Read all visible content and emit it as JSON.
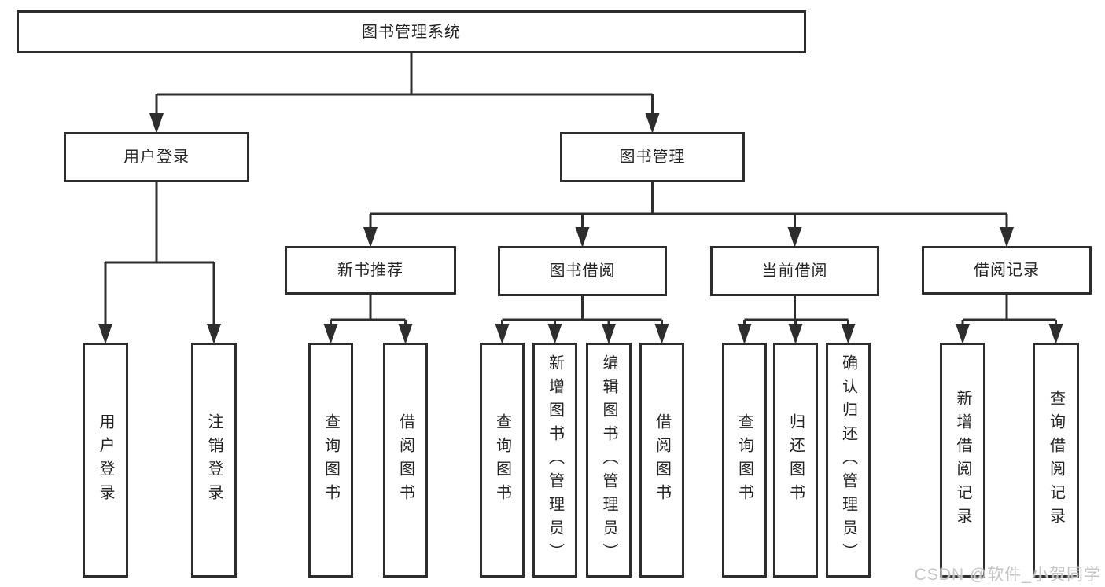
{
  "diagram": {
    "title": "图书管理系统",
    "nodes": [
      {
        "id": "root",
        "label": "图书管理系统",
        "children": [
          "user-login",
          "book-mgmt"
        ]
      },
      {
        "id": "user-login",
        "label": "用户登录",
        "children": [
          "leaf-user-login",
          "leaf-logout"
        ]
      },
      {
        "id": "book-mgmt",
        "label": "图书管理",
        "children": [
          "new-book",
          "book-borrow",
          "current-borrow",
          "borrow-record"
        ]
      },
      {
        "id": "new-book",
        "label": "新书推荐",
        "children": [
          "leaf-query-book-1",
          "leaf-borrow-book-1"
        ]
      },
      {
        "id": "book-borrow",
        "label": "图书借阅",
        "children": [
          "leaf-query-book-2",
          "leaf-add-book",
          "leaf-edit-book",
          "leaf-borrow-book-2"
        ]
      },
      {
        "id": "current-borrow",
        "label": "当前借阅",
        "children": [
          "leaf-query-book-3",
          "leaf-return-book",
          "leaf-confirm-return"
        ]
      },
      {
        "id": "borrow-record",
        "label": "借阅记录",
        "children": [
          "leaf-add-record",
          "leaf-query-record"
        ]
      },
      {
        "id": "leaf-user-login",
        "label": "用户登录",
        "children": []
      },
      {
        "id": "leaf-logout",
        "label": "注销登录",
        "children": []
      },
      {
        "id": "leaf-query-book-1",
        "label": "查询图书",
        "children": []
      },
      {
        "id": "leaf-borrow-book-1",
        "label": "借阅图书",
        "children": []
      },
      {
        "id": "leaf-query-book-2",
        "label": "查询图书",
        "children": []
      },
      {
        "id": "leaf-add-book",
        "label": "新增图书（管理员）",
        "children": []
      },
      {
        "id": "leaf-edit-book",
        "label": "编辑图书（管理员）",
        "children": []
      },
      {
        "id": "leaf-borrow-book-2",
        "label": "借阅图书",
        "children": []
      },
      {
        "id": "leaf-query-book-3",
        "label": "查询图书",
        "children": []
      },
      {
        "id": "leaf-return-book",
        "label": "归还图书",
        "children": []
      },
      {
        "id": "leaf-confirm-return",
        "label": "确认归还（管理员）",
        "children": []
      },
      {
        "id": "leaf-add-record",
        "label": "新增借阅记录",
        "children": []
      },
      {
        "id": "leaf-query-record",
        "label": "查询借阅记录",
        "children": []
      }
    ]
  },
  "watermark": {
    "text": "CSDN @软件_小贺同学"
  },
  "colors": {
    "line": "#2d2d2d",
    "text": "#242424",
    "watermark": "#c4c4c4",
    "background": "#ffffff"
  }
}
